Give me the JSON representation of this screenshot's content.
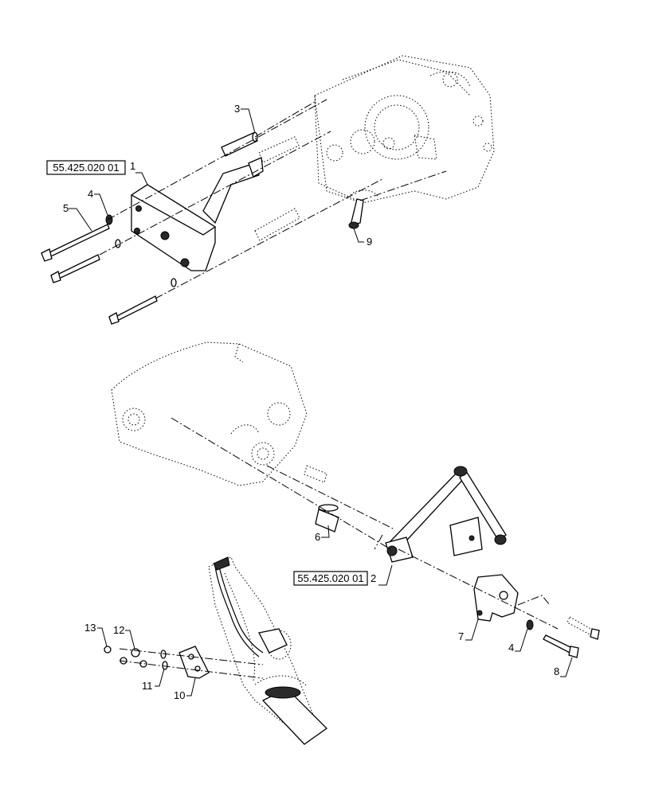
{
  "references": {
    "top": "55.425.020 01",
    "middle": "55.425.020 01"
  },
  "callouts": {
    "c1": "1",
    "c2": "2",
    "c3": "3",
    "c4a": "4",
    "c4b": "4",
    "c5": "5",
    "c6": "6",
    "c7": "7",
    "c8": "8",
    "c9": "9",
    "c10": "10",
    "c11": "11",
    "c12": "12",
    "c13": "13"
  }
}
